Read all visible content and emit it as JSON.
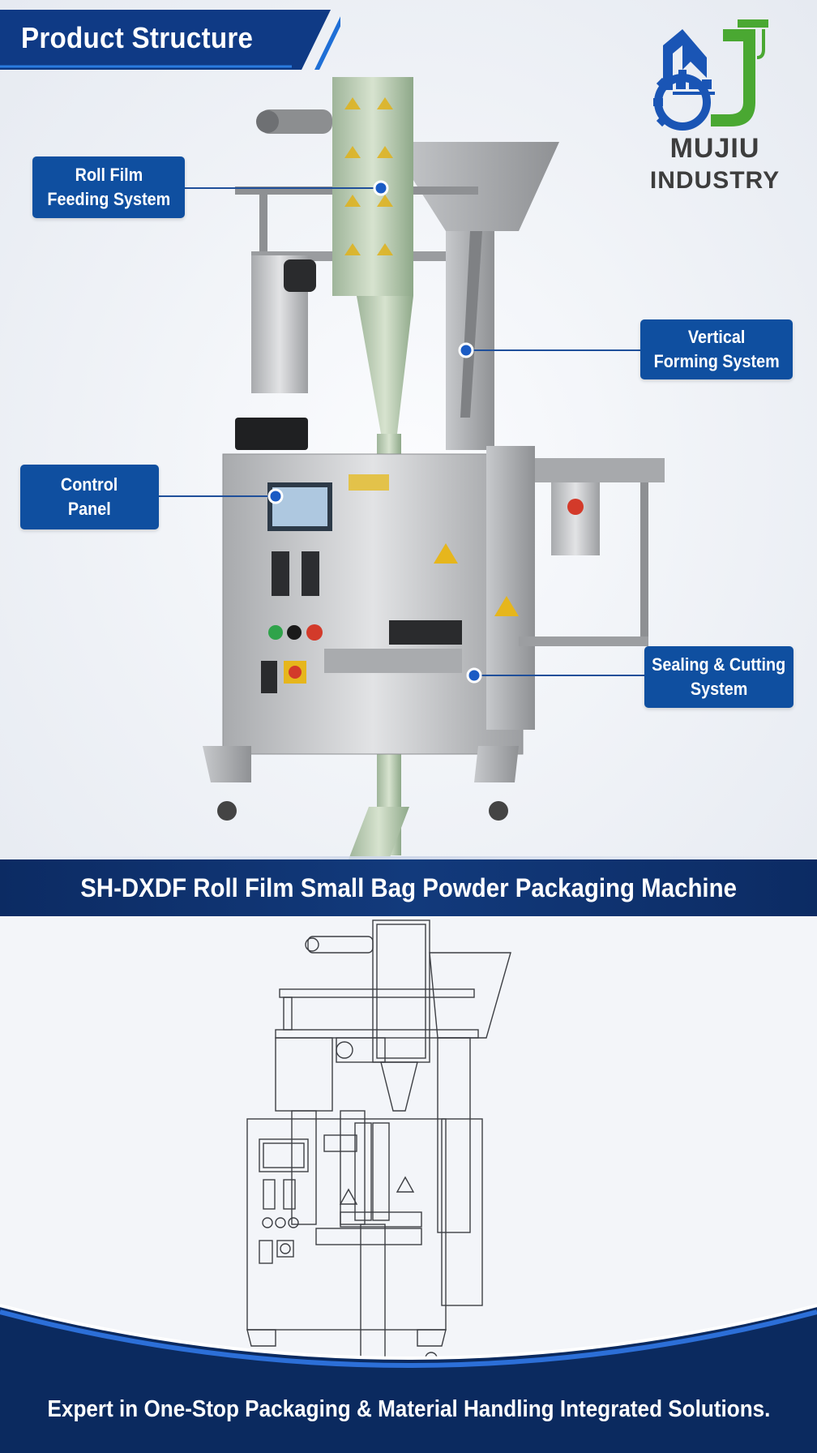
{
  "header": {
    "title": "Product Structure"
  },
  "logo": {
    "line1": "MUJIU",
    "line2": "INDUSTRY",
    "brand_blue": "#1a55b5",
    "brand_green": "#4aa832"
  },
  "callouts": {
    "roll_film": {
      "line1": "Roll Film",
      "line2": "Feeding System"
    },
    "vertical_forming": {
      "line1": "Vertical",
      "line2": "Forming System"
    },
    "control_panel": {
      "line1": "Control",
      "line2": "Panel"
    },
    "sealing_cutting": {
      "line1": "Sealing & Cutting",
      "line2": "System"
    }
  },
  "banner": {
    "title": "SH-DXDF Roll Film Small Bag Powder Packaging Machine"
  },
  "footer": {
    "tagline": "Expert in One-Stop Packaging & Material Handling Integrated Solutions."
  },
  "colors": {
    "callout_bg": "#0f4fa0",
    "banner_bg": "#0c2b63",
    "footer_bg": "#0b2a5f",
    "accent": "#1f6fd6"
  }
}
